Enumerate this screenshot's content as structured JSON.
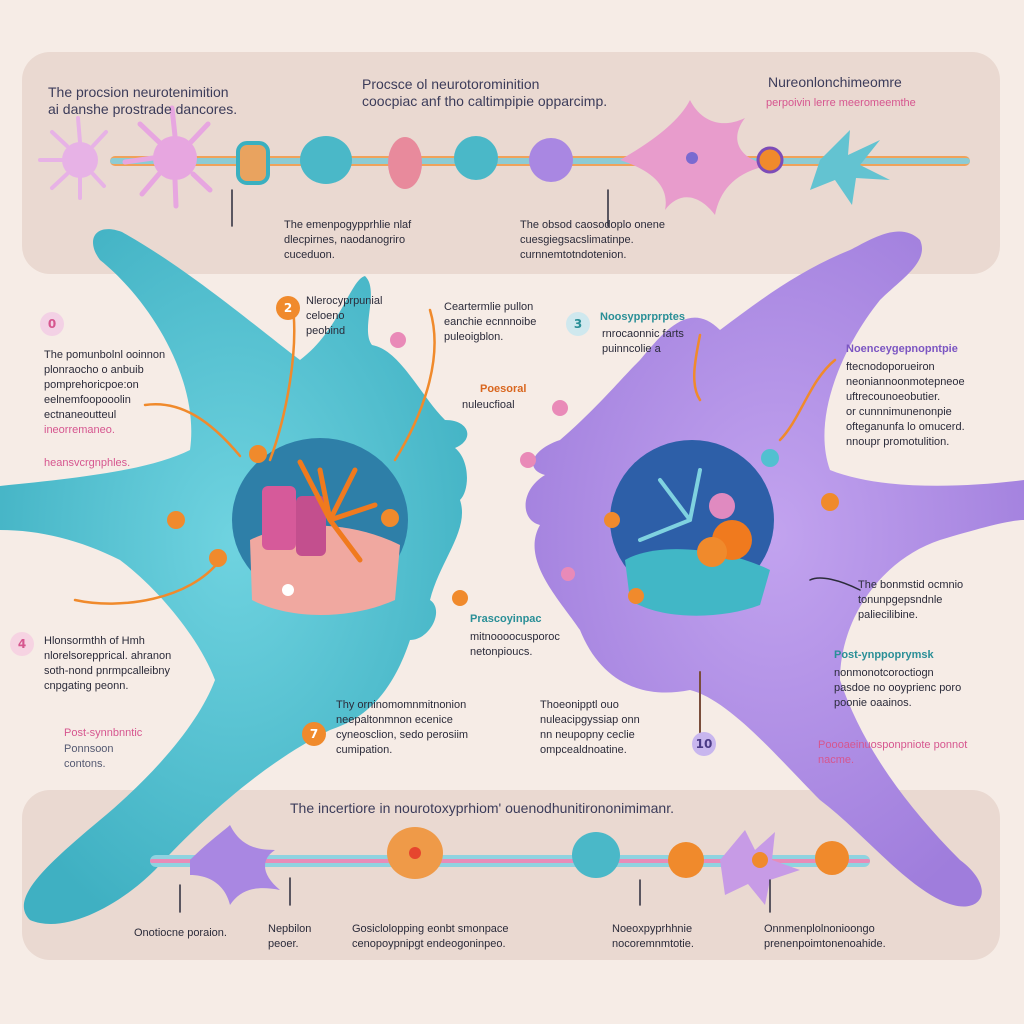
{
  "colors": {
    "background": "#f6ece6",
    "band": "#ead9d1",
    "presynaptic_neuron": "#52c0d0",
    "postsynaptic_neuron": "#b390e6",
    "marker": "#f08a2c",
    "accent_pink": "#e98ab8",
    "label_pink": "#d6568f"
  },
  "header": {
    "title_left": "The procsion neurotenimition\nai danshe prostrade dancores.",
    "title_center": "Procsce ol neurotorominition\ncoocpiac anf tho caltimpipie opparcimp.",
    "title_right": "Nureonlonchimeomre",
    "subtitle_right": "perpoivin lerre meeromeemthe",
    "note_left": "The emenpogypprhlie nlaf\ndlecpirnes, naodanogriro\ncuceduon.",
    "note_center": "The obsod caosodoplo onene\ncuesgiegsacslimatinpe.\ncurnnemtotndotenion."
  },
  "left_labels": {
    "badge_top": "Nlerocyprpunial\nceloeno\npeobind",
    "callout_top": "Ceartermlie pullon\neanchie ecnnnoibe\npuleoigblon.",
    "block_a": "The pomunbolnl ooinnon\nplonraocho o anbuib\npomprehoricpoe:on\neelnemfoopooolin\nectnaneoutteul",
    "block_a_pink1": "ineorremaneo.",
    "block_a_pink2": "heansvcrgnphles.",
    "block_b": "Hlonsormthh of Hmh\nnlorelsorepprical. ahranon\nsoth-nond pnrmpcalleibny\ncnpgating peonn.",
    "block_b_pink": "Post-synnbnntic",
    "block_b_grey": "Ponnsoon\ncontons.",
    "presynaptic_tag": "Poesoral",
    "presynaptic_sub": "nuleucfioal",
    "center_bottom": "Thy orninomomnmitnonion\nneepaltonmnon ecenice\ncyneosclion, sedo perosiim\ncumipation."
  },
  "right_labels": {
    "badge_top": "Noosypprprptes",
    "badge_top_sub": "rnrocaonnic farts\npuinncolie a",
    "title_mid": "Noenceygepnopntpie",
    "block_a": "ftecnodoporueiron\nneoniannoonmotepneoe\nuftrecounoeobutier.\nor cunnnimunenonpie\nofteganunfa lo omucerd.\nnnoupr promotulition.",
    "pre_label": "Prascoyinpac",
    "pre_label_sub": "mitnoooocusporoc\nnetonpioucs.",
    "center_bottom": "Thoeonipptl ouo\nnuleacipgyssiap onn\nnn neupopny ceclie\nompcealdnoatine.",
    "block_b": "The bonmstid ocmnio\ntonunpgepsndnle\npaliecilibine.",
    "post_title": "Post-ynppoprymsk",
    "post_body": "nonmonotcoroctiogn\npasdoe no ooyprienc poro\npoonie oaainos.",
    "post_pink": "Poooaeinuosponpniote ponnot\nnacme."
  },
  "bottom_band": {
    "title": "The incertiore in nourotoxyprhiom' ouenodhunitirononimimanr.",
    "label_1": "Onotiocne poraion.",
    "label_2": "Nepbilon\npeoer.",
    "label_3": "Gosiclolopping eonbt smonpace\ncenopoypnipgt endeogoninpeo.",
    "label_4": "Noeoxpyprhhnie\nnocoremnmtotie.",
    "label_5": "Onnmenplolnonioongo\nprenenpoimtonenoahide."
  },
  "badges": [
    "0",
    "2",
    "3",
    "4",
    "7",
    "10"
  ]
}
